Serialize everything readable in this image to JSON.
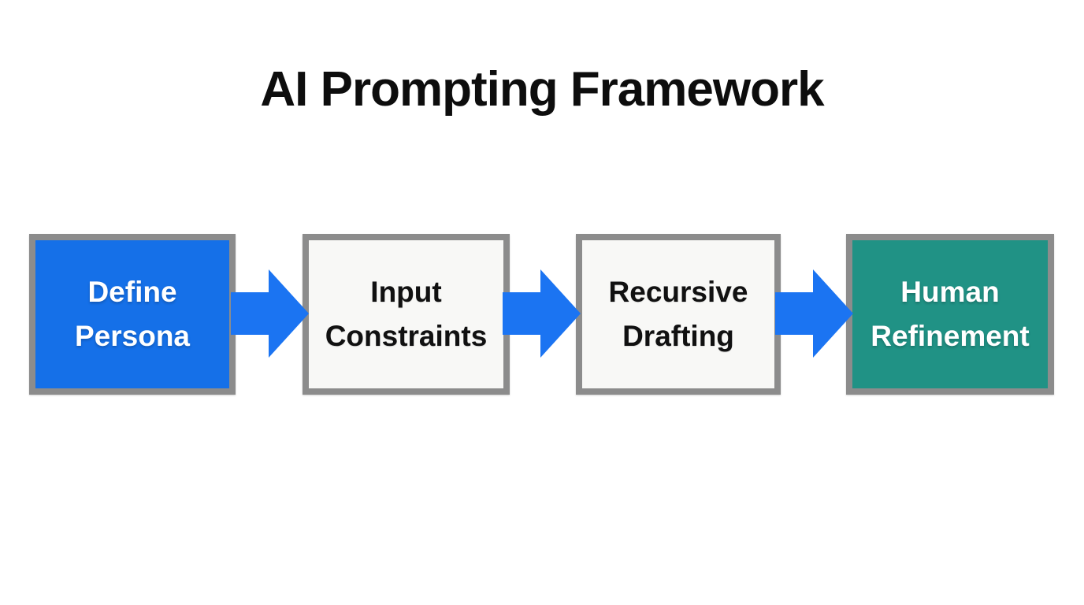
{
  "title": "AI Prompting Framework",
  "flow": {
    "steps": [
      {
        "id": "define-persona",
        "line1": "Define",
        "line2": "Persona",
        "bg": "#1570e8",
        "text_color": "#ffffff"
      },
      {
        "id": "input-constraints",
        "line1": "Input",
        "line2": "Constraints",
        "bg": "#f8f8f6",
        "text_color": "#111111"
      },
      {
        "id": "recursive-drafting",
        "line1": "Recursive",
        "line2": "Drafting",
        "bg": "#f8f8f6",
        "text_color": "#111111"
      },
      {
        "id": "human-refinement",
        "line1": "Human",
        "line2": "Refinement",
        "bg": "#209285",
        "text_color": "#ffffff"
      }
    ],
    "arrow_color": "#1b74f2",
    "border_color": "#8c8c8c"
  }
}
